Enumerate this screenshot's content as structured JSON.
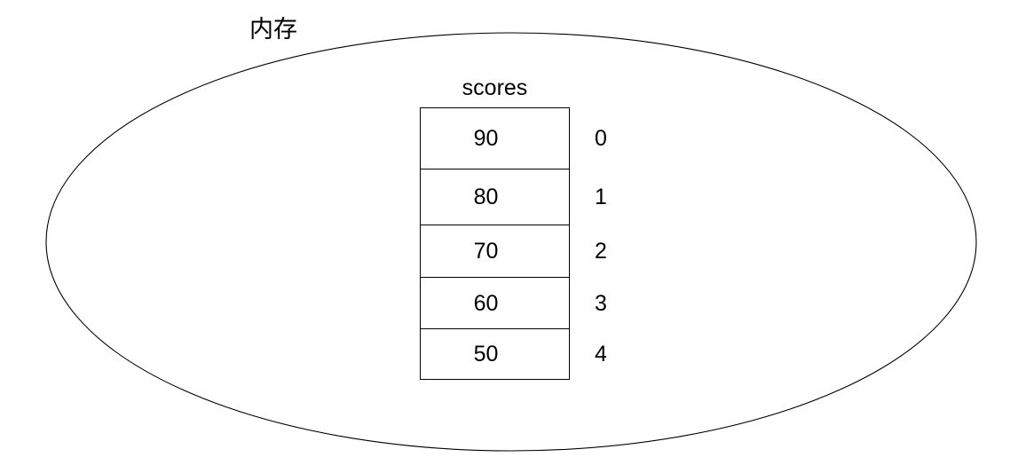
{
  "diagram": {
    "title": "内存",
    "container": {
      "shape": "ellipse",
      "label": "内存",
      "stroke_color": "#000000",
      "fill_color": "#ffffff"
    },
    "array": {
      "name": "scores",
      "border_color": "#000000",
      "cells": [
        {
          "value": "90",
          "index": "0"
        },
        {
          "value": "80",
          "index": "1"
        },
        {
          "value": "70",
          "index": "2"
        },
        {
          "value": "60",
          "index": "3"
        },
        {
          "value": "50",
          "index": "4"
        }
      ]
    }
  },
  "colors": {
    "background": "#ffffff",
    "line": "#000000",
    "text": "#000000"
  }
}
